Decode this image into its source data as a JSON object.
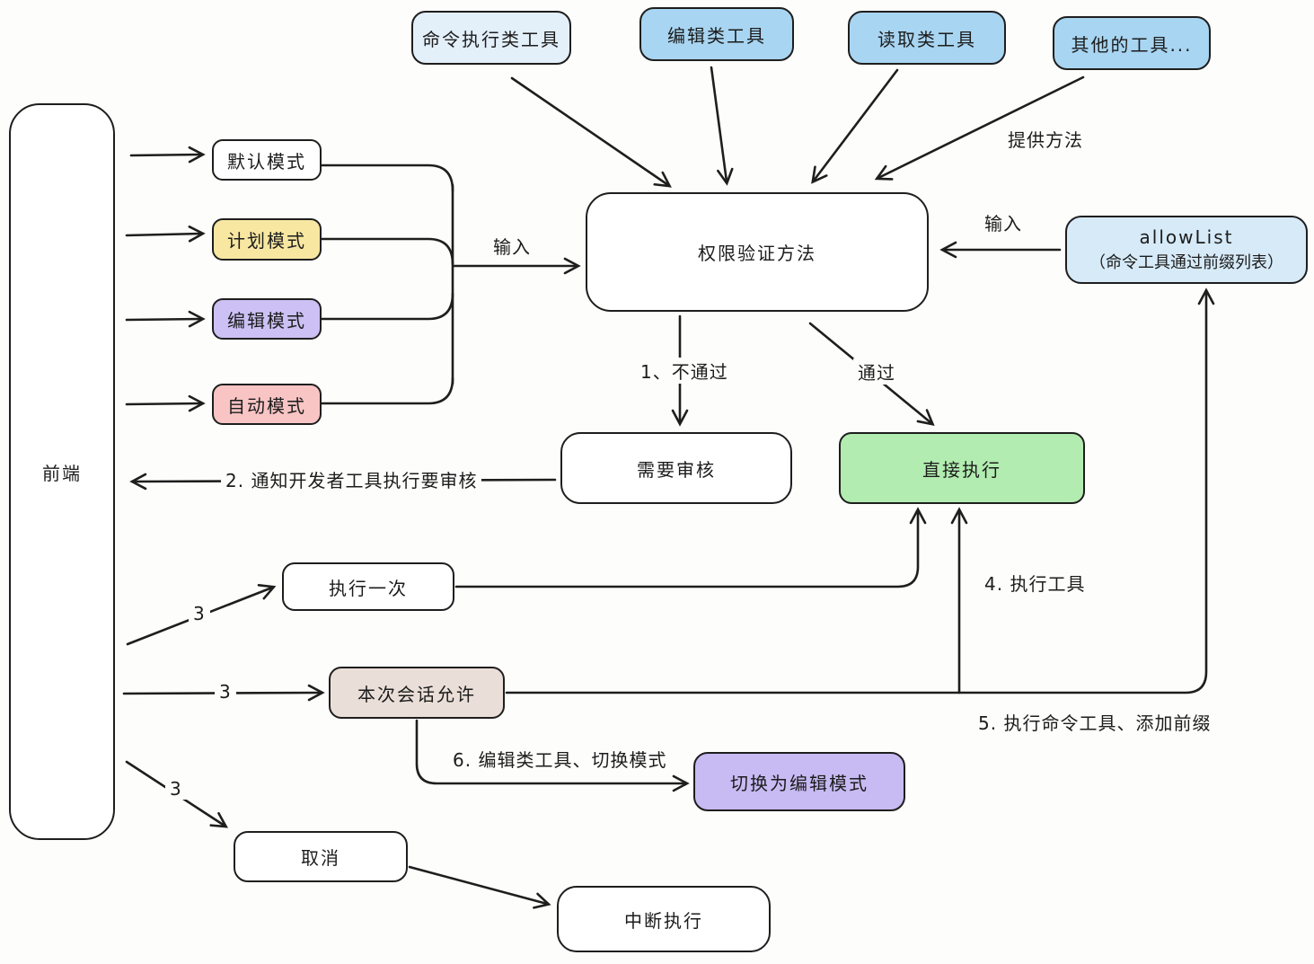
{
  "diagram": {
    "background": "#fdfdfc",
    "stroke": "#1e1e1e",
    "ink": "#1c1c1c"
  },
  "nodes": {
    "frontend": {
      "label": "前端",
      "fill": "#ffffff"
    },
    "tool_command": {
      "label": "命令执行类工具",
      "fill": "#e3eff9"
    },
    "tool_edit": {
      "label": "编辑类工具",
      "fill": "#a8d5f1"
    },
    "tool_read": {
      "label": "读取类工具",
      "fill": "#a8d5f1"
    },
    "tool_other": {
      "label": "其他的工具...",
      "fill": "#a8d5f1"
    },
    "mode_default": {
      "label": "默认模式",
      "fill": "#ffffff"
    },
    "mode_plan": {
      "label": "计划模式",
      "fill": "#f8e7a1"
    },
    "mode_edit": {
      "label": "编辑模式",
      "fill": "#cdc0f4"
    },
    "mode_auto": {
      "label": "自动模式",
      "fill": "#f8c4c4"
    },
    "auth_method": {
      "label": "权限验证方法",
      "fill": "#ffffff"
    },
    "allowlist": {
      "line1": "allowList",
      "line2": "（命令工具通过前缀列表）",
      "fill": "#d6eaf8"
    },
    "need_review": {
      "label": "需要审核",
      "fill": "#ffffff"
    },
    "direct_exec": {
      "label": "直接执行",
      "fill": "#b2ecb0"
    },
    "exec_once": {
      "label": "执行一次",
      "fill": "#ffffff"
    },
    "session_allow": {
      "label": "本次会话允许",
      "fill": "#eadfd8"
    },
    "switch_edit_mode": {
      "label": "切换为编辑模式",
      "fill": "#c8baf3"
    },
    "cancel": {
      "label": "取消",
      "fill": "#ffffff"
    },
    "interrupt": {
      "label": "中断执行",
      "fill": "#ffffff"
    }
  },
  "edge_labels": {
    "provide_method": "提供方法",
    "input_left": "输入",
    "input_right": "输入",
    "not_pass": "1、不通过",
    "pass": "通过",
    "notify_review": "2. 通知开发者工具执行要审核",
    "three_a": "3",
    "three_b": "3",
    "three_c": "3",
    "exec_tool": "4. 执行工具",
    "exec_command_prefix": "5. 执行命令工具、添加前缀",
    "edit_switch": "6. 编辑类工具、切换模式"
  }
}
